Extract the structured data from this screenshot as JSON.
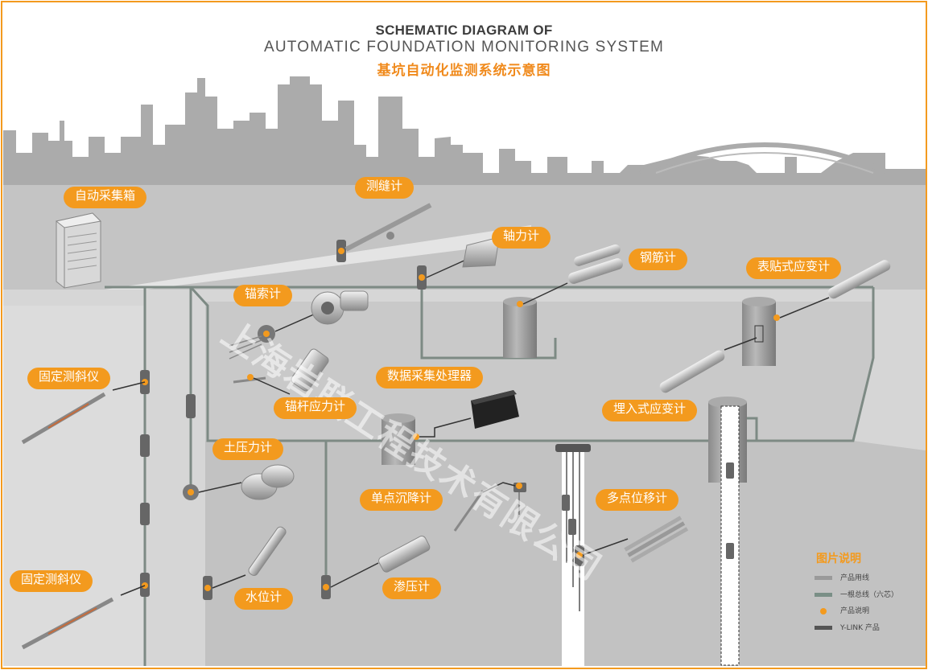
{
  "title": {
    "line1": "SCHEMATIC DIAGRAM OF",
    "line2": "AUTOMATIC FOUNDATION MONITORING SYSTEM",
    "line3": "基坑自动化监测系统示意图"
  },
  "labels": {
    "auto_box": "自动采集箱",
    "crack_meter": "测缝计",
    "axial_force": "轴力计",
    "rebar_meter": "钢筋计",
    "surface_strain": "表贴式应变计",
    "anchor_cable": "锚索计",
    "inclinometer_1": "固定测斜仪",
    "data_processor": "数据采集处理器",
    "anchor_rod": "锚杆应力计",
    "embedded_strain": "埋入式应变计",
    "earth_pressure": "土压力计",
    "settlement": "单点沉降计",
    "multipoint": "多点位移计",
    "inclinometer_2": "固定测斜仪",
    "water_level": "水位计",
    "osmometer": "渗压计"
  },
  "legend": {
    "title": "图片说明",
    "items": [
      {
        "label": "产品用线",
        "color": "#9a9a9a"
      },
      {
        "label": "一根总线（六芯）",
        "color": "#7a8f86"
      },
      {
        "label": "产品说明",
        "color": "#f39a1e"
      },
      {
        "label": "Y-LINK 产品",
        "color": "#555555"
      }
    ]
  },
  "watermark": "上海岩联工程技术有限公司",
  "colors": {
    "accent": "#f39a1e",
    "skyline": "#a9a9a9",
    "ground": "#cfcfcf",
    "bus": "#7d8a84"
  }
}
